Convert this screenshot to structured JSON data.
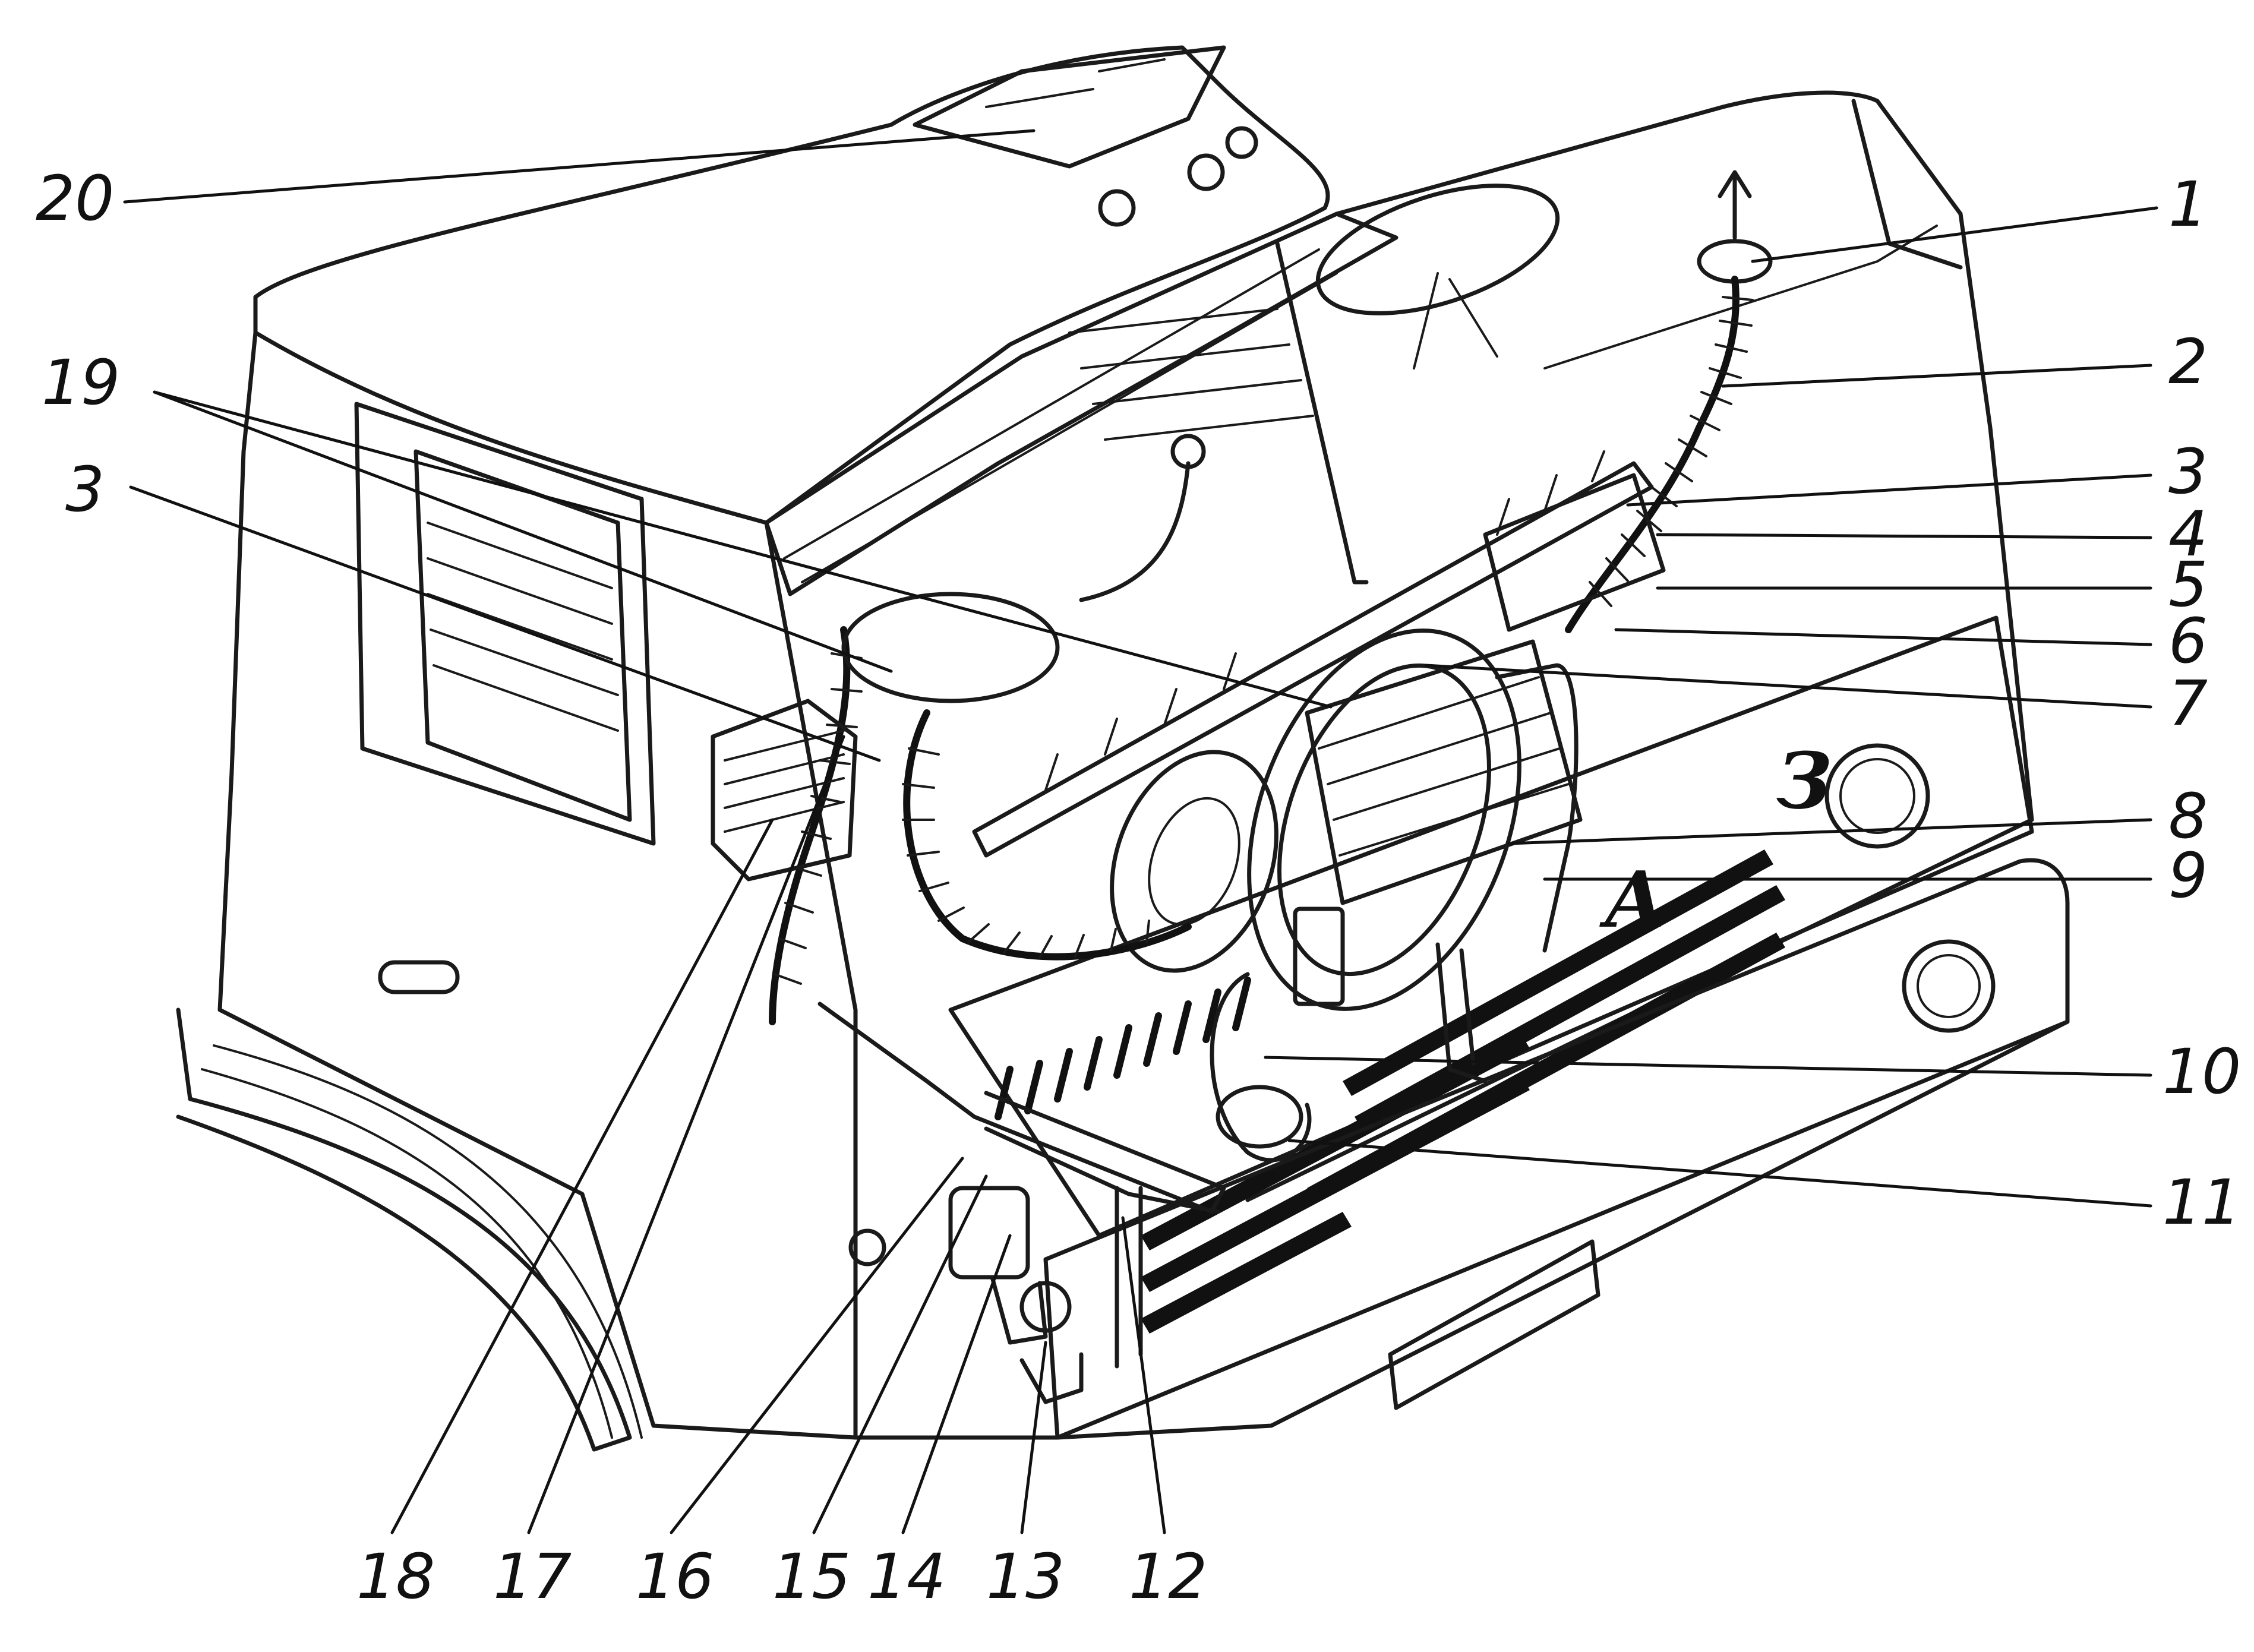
{
  "figure": {
    "badges": {
      "letter_top": "З",
      "letter_mid": "А"
    },
    "callouts": [
      {
        "id": "c1",
        "text": "1"
      },
      {
        "id": "c2",
        "text": "2"
      },
      {
        "id": "c3r",
        "text": "3"
      },
      {
        "id": "c4",
        "text": "4"
      },
      {
        "id": "c5",
        "text": "5"
      },
      {
        "id": "c6",
        "text": "6"
      },
      {
        "id": "c7",
        "text": "7"
      },
      {
        "id": "c8",
        "text": "8"
      },
      {
        "id": "c9",
        "text": "9"
      },
      {
        "id": "c10",
        "text": "10"
      },
      {
        "id": "c11",
        "text": "11"
      },
      {
        "id": "c12",
        "text": "12"
      },
      {
        "id": "c13",
        "text": "13"
      },
      {
        "id": "c14",
        "text": "14"
      },
      {
        "id": "c15",
        "text": "15"
      },
      {
        "id": "c16",
        "text": "16"
      },
      {
        "id": "c17",
        "text": "17"
      },
      {
        "id": "c18",
        "text": "18"
      },
      {
        "id": "c19",
        "text": "19"
      },
      {
        "id": "c3l",
        "text": "3"
      },
      {
        "id": "c20",
        "text": "20"
      }
    ]
  }
}
